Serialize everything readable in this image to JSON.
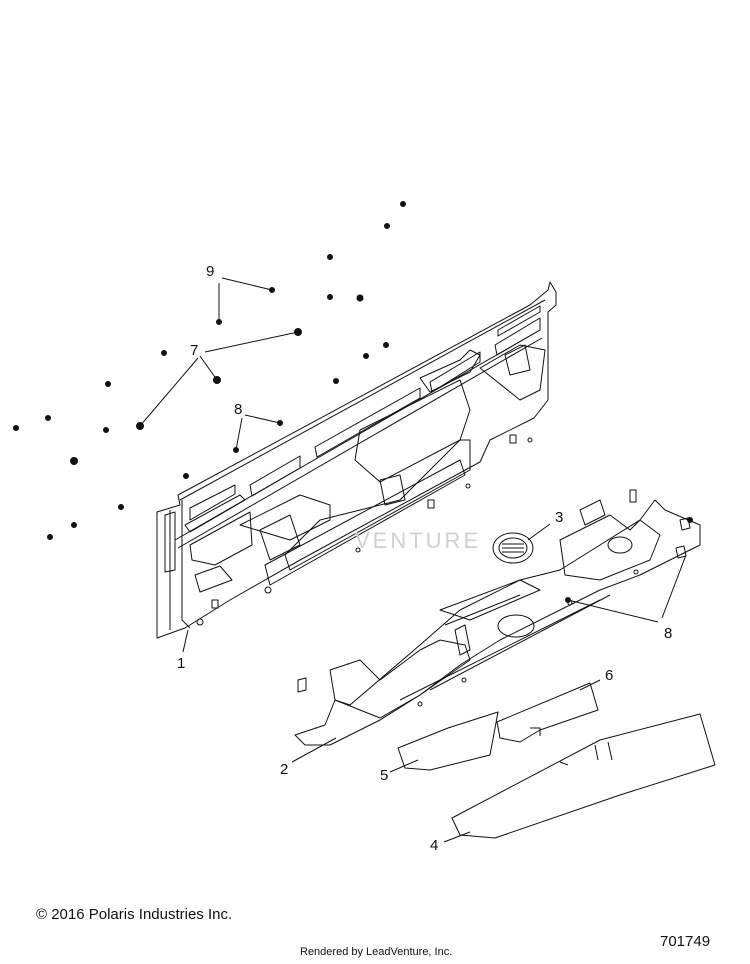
{
  "diagram": {
    "callouts": [
      "1",
      "2",
      "3",
      "4",
      "5",
      "6",
      "7",
      "8",
      "8",
      "9"
    ],
    "watermark": "VENTURE"
  },
  "footer": {
    "copyright": "© 2016 Polaris Industries Inc.",
    "rendered_by": "Rendered by LeadVenture, Inc.",
    "part_number": "701749"
  }
}
